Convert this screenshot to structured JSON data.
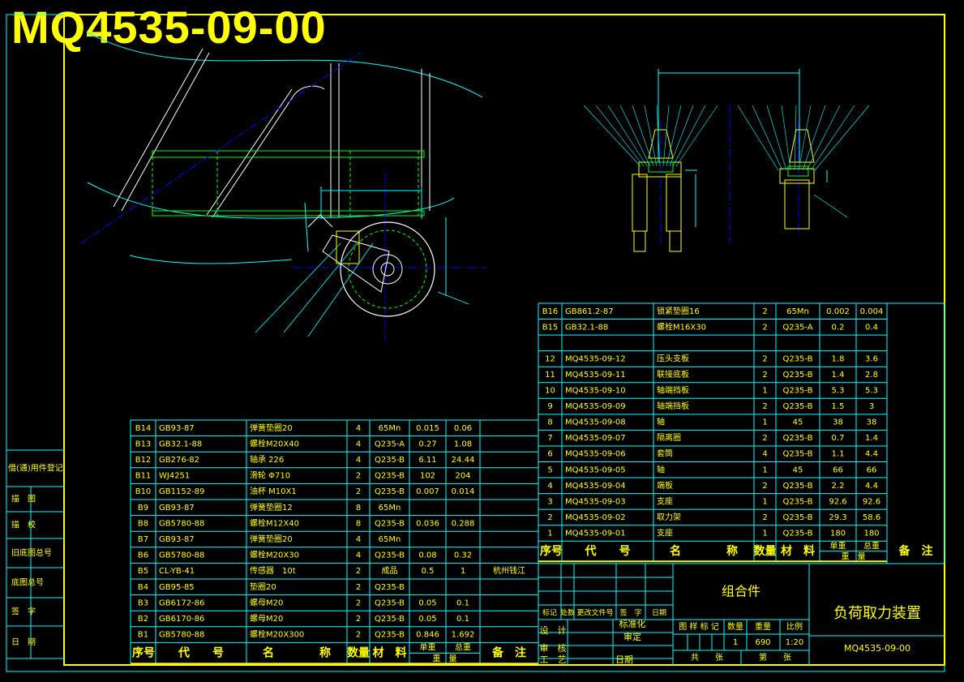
{
  "drawing": {
    "title": "MQ4535-09-00",
    "colors": {
      "frame": "#ffff00",
      "grid": "#00ffff",
      "text": "#ffff00",
      "body": "#ffffff",
      "hidden": "#00ff00",
      "center": "#0000ff",
      "dim": "#00ffff"
    }
  },
  "side_panel": [
    {
      "label": "借(通)用件登记"
    },
    {
      "label": "描　图"
    },
    {
      "label": "描　校"
    },
    {
      "label": "旧底图总号"
    },
    {
      "label": "底图总号"
    },
    {
      "label": "签　字"
    },
    {
      "label": "日　期"
    }
  ],
  "left_bom": {
    "rows": [
      {
        "no": "B14",
        "code": "GB93-87",
        "name": "弹簧垫圈20",
        "qty": "4",
        "mat": "65Mn",
        "unit": "0.015",
        "total": "0.06",
        "remark": ""
      },
      {
        "no": "B13",
        "code": "GB32.1-88",
        "name": "螺栓M20X40",
        "qty": "4",
        "mat": "Q235-A",
        "unit": "0.27",
        "total": "1.08",
        "remark": ""
      },
      {
        "no": "B12",
        "code": "GB276-82",
        "name": "轴承 226",
        "qty": "4",
        "mat": "Q235-B",
        "unit": "6.11",
        "total": "24.44",
        "remark": ""
      },
      {
        "no": "B11",
        "code": "WJ4251",
        "name": "滑轮 Φ710",
        "qty": "2",
        "mat": "Q235-B",
        "unit": "102",
        "total": "204",
        "remark": ""
      },
      {
        "no": "B10",
        "code": "GB1152-89",
        "name": "油杯 M10X1",
        "qty": "2",
        "mat": "Q235-B",
        "unit": "0.007",
        "total": "0.014",
        "remark": ""
      },
      {
        "no": "B9",
        "code": "GB93-87",
        "name": "弹簧垫圈12",
        "qty": "8",
        "mat": "65Mn",
        "unit": "",
        "total": "",
        "remark": ""
      },
      {
        "no": "B8",
        "code": "GB5780-88",
        "name": "螺栓M12X40",
        "qty": "8",
        "mat": "Q235-B",
        "unit": "0.036",
        "total": "0.288",
        "remark": ""
      },
      {
        "no": "B7",
        "code": "GB93-87",
        "name": "弹簧垫圈20",
        "qty": "4",
        "mat": "65Mn",
        "unit": "",
        "total": "",
        "remark": ""
      },
      {
        "no": "B6",
        "code": "GB5780-88",
        "name": "螺栓M20X30",
        "qty": "4",
        "mat": "Q235-B",
        "unit": "0.08",
        "total": "0.32",
        "remark": ""
      },
      {
        "no": "B5",
        "code": "CL-YB-41",
        "name": "传感器　10t",
        "qty": "2",
        "mat": "成品",
        "unit": "0.5",
        "total": "1",
        "remark": "杭州钱江"
      },
      {
        "no": "B4",
        "code": "GB95-85",
        "name": "垫圈20",
        "qty": "2",
        "mat": "Q235-B",
        "unit": "",
        "total": "",
        "remark": ""
      },
      {
        "no": "B3",
        "code": "GB6172-86",
        "name": "螺母M20",
        "qty": "2",
        "mat": "Q235-B",
        "unit": "0.05",
        "total": "0.1",
        "remark": ""
      },
      {
        "no": "B2",
        "code": "GB6170-86",
        "name": "螺母M20",
        "qty": "2",
        "mat": "Q235-B",
        "unit": "0.05",
        "total": "0.1",
        "remark": ""
      },
      {
        "no": "B1",
        "code": "GB5780-88",
        "name": "螺栓M20X300",
        "qty": "2",
        "mat": "Q235-B",
        "unit": "0.846",
        "total": "1.692",
        "remark": ""
      }
    ],
    "header": {
      "no": "序号",
      "code": "代　　号",
      "name": "名　　　　称",
      "qty": "数量",
      "mat": "材　料",
      "unit_top": "单重",
      "total_top": "总重",
      "weight": "重　量",
      "remark": "备　注"
    }
  },
  "right_bom": {
    "rows": [
      {
        "no": "B16",
        "code": "GB861.2-87",
        "name": "锁紧垫圈16",
        "qty": "2",
        "mat": "65Mn",
        "unit": "0.002",
        "total": "0.004"
      },
      {
        "no": "B15",
        "code": "GB32.1-88",
        "name": "螺栓M16X30",
        "qty": "2",
        "mat": "Q235-A",
        "unit": "0.2",
        "total": "0.4"
      },
      {
        "no": "",
        "code": "",
        "name": "",
        "qty": "",
        "mat": "",
        "unit": "",
        "total": ""
      },
      {
        "no": "12",
        "code": "MQ4535-09-12",
        "name": "压头支板",
        "qty": "2",
        "mat": "Q235-B",
        "unit": "1.8",
        "total": "3.6"
      },
      {
        "no": "11",
        "code": "MQ4535-09-11",
        "name": "联接底板",
        "qty": "2",
        "mat": "Q235-B",
        "unit": "1.4",
        "total": "2.8"
      },
      {
        "no": "10",
        "code": "MQ4535-09-10",
        "name": "轴端挡板",
        "qty": "1",
        "mat": "Q235-B",
        "unit": "5.3",
        "total": "5.3"
      },
      {
        "no": "9",
        "code": "MQ4535-09-09",
        "name": "轴端挡板",
        "qty": "2",
        "mat": "Q235-B",
        "unit": "1.5",
        "total": "3"
      },
      {
        "no": "8",
        "code": "MQ4535-09-08",
        "name": "轴",
        "qty": "1",
        "mat": "45",
        "unit": "38",
        "total": "38"
      },
      {
        "no": "7",
        "code": "MQ4535-09-07",
        "name": "隔离圈",
        "qty": "2",
        "mat": "Q235-B",
        "unit": "0.7",
        "total": "1.4"
      },
      {
        "no": "6",
        "code": "MQ4535-09-06",
        "name": "套筒",
        "qty": "4",
        "mat": "Q235-B",
        "unit": "1.1",
        "total": "4.4"
      },
      {
        "no": "5",
        "code": "MQ4535-09-05",
        "name": "轴",
        "qty": "1",
        "mat": "45",
        "unit": "66",
        "total": "66"
      },
      {
        "no": "4",
        "code": "MQ4535-09-04",
        "name": "端板",
        "qty": "2",
        "mat": "Q235-B",
        "unit": "2.2",
        "total": "4.4"
      },
      {
        "no": "3",
        "code": "MQ4535-09-03",
        "name": "支座",
        "qty": "1",
        "mat": "Q235-B",
        "unit": "92.6",
        "total": "92.6"
      },
      {
        "no": "2",
        "code": "MQ4535-09-02",
        "name": "取力架",
        "qty": "2",
        "mat": "Q235-B",
        "unit": "29.3",
        "total": "58.6"
      },
      {
        "no": "1",
        "code": "MQ4535-09-01",
        "name": "支座",
        "qty": "1",
        "mat": "Q235-B",
        "unit": "180",
        "total": "180"
      }
    ],
    "header": {
      "no": "序号",
      "code": "代　　号",
      "name": "名　　　　称",
      "qty": "数量",
      "mat": "材　料",
      "unit_top": "单重",
      "total_top": "总重",
      "weight": "重　量",
      "remark": "备　注"
    }
  },
  "title_block": {
    "assembly": "组合件",
    "name": "负荷取力装置",
    "drawing_no": "MQ4535-09-00",
    "revision_labels": [
      "标记",
      "处数",
      "更改文件号",
      "签　字",
      "日期"
    ],
    "sign_labels": [
      "设　计",
      "标准化",
      "审　定",
      "审　核",
      "工　艺",
      "日期"
    ],
    "standardize": "标准化",
    "approve": "审定",
    "date": "日期",
    "design": "设　计",
    "review": "审　核",
    "process": "工　艺",
    "stage_label": "图 样 标 记",
    "qty_label": "数量",
    "weight_label": "重量",
    "scale_label": "比例",
    "qty": "1",
    "weight": "690",
    "scale": "1:20",
    "sheets_total": "共　　张",
    "sheet_no": "第　　张"
  }
}
